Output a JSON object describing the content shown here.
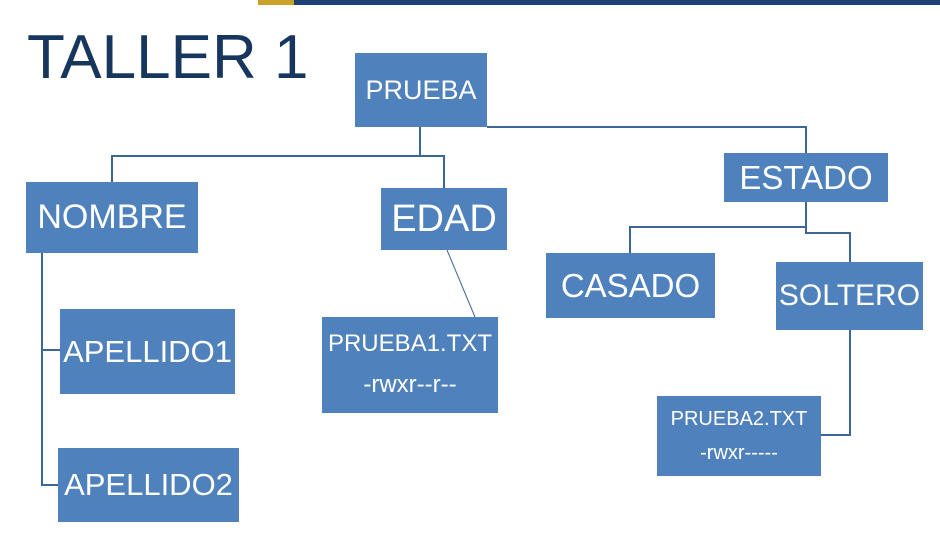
{
  "title": "TALLER 1",
  "colors": {
    "node_fill": "#4f81bd",
    "node_text": "#ffffff",
    "connector": "#3b6696",
    "title_text": "#17365d",
    "top_bar": "#1f3f77",
    "top_bar_accent": "#c9a227"
  },
  "nodes": {
    "prueba": "PRUEBA",
    "nombre": "NOMBRE",
    "edad": "EDAD",
    "estado": "ESTADO",
    "casado": "CASADO",
    "soltero": "SOLTERO",
    "apellido1": "APELLIDO1",
    "apellido2": "APELLIDO2"
  },
  "files": {
    "prueba1": {
      "name": "PRUEBA1.TXT",
      "permissions": "-rwxr--r--"
    },
    "prueba2": {
      "name": "PRUEBA2.TXT",
      "permissions": "-rwxr-----"
    }
  }
}
